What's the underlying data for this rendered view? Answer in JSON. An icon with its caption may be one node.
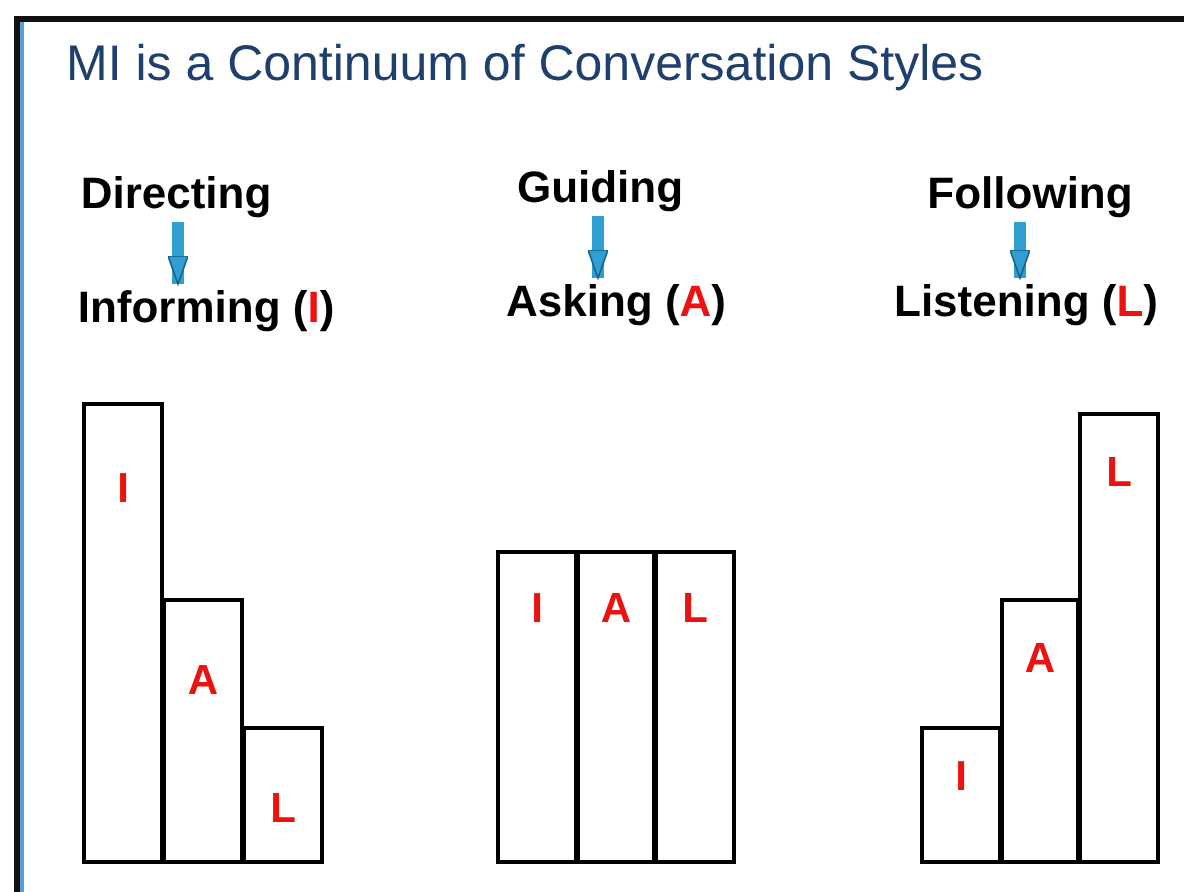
{
  "diagram": {
    "title": "MI is a Continuum of Conversation Styles",
    "nodes": [
      {
        "text": [
          "Directing"
        ]
      },
      {
        "text": [
          "Informing (**I**)"
        ]
      },
      {
        "text": [
          "Guiding"
        ]
      },
      {
        "text": [
          "Asking (**A**)"
        ]
      },
      {
        "text": [
          "Following"
        ]
      },
      {
        "text": [
          "Listening (**L**)"
        ]
      },
      {
        "text": [
          "I"
        ]
      },
      {
        "text": [
          "A"
        ]
      },
      {
        "text": [
          "L"
        ]
      },
      {
        "text": [
          "I"
        ]
      },
      {
        "text": [
          "A"
        ]
      },
      {
        "text": [
          "L"
        ]
      },
      {
        "text": [
          "I"
        ]
      },
      {
        "text": [
          "A"
        ]
      },
      {
        "text": [
          "L"
        ]
      }
    ],
    "edges": [
      {
        "from": 0,
        "to": 1,
        "arrow": "to"
      },
      {
        "from": 2,
        "to": 3,
        "arrow": "to"
      },
      {
        "from": 4,
        "to": 5,
        "arrow": "to"
      }
    ]
  }
}
